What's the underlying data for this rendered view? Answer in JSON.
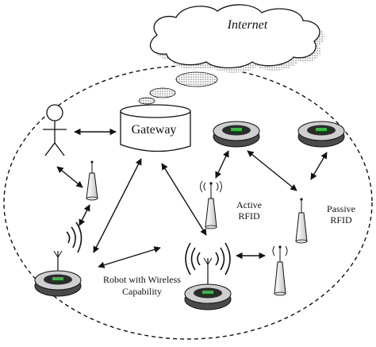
{
  "diagram": {
    "cloud_label": "Internet",
    "gateway_label": "Gateway",
    "active_rfid_label_line1": "Active",
    "active_rfid_label_line2": "RFID",
    "passive_rfid_label_line1": "Passive",
    "passive_rfid_label_line2": "RFID",
    "robot_label_line1": "Robot with Wireless",
    "robot_label_line2": "Capability"
  },
  "colors": {
    "line": "#111111",
    "cloud_shadow": "#9a9a9a",
    "robot_body": "#4a4a4a",
    "robot_top": "#cfcfcf",
    "robot_screen": "#2c2c2c",
    "robot_led": "#2fbf3a"
  }
}
